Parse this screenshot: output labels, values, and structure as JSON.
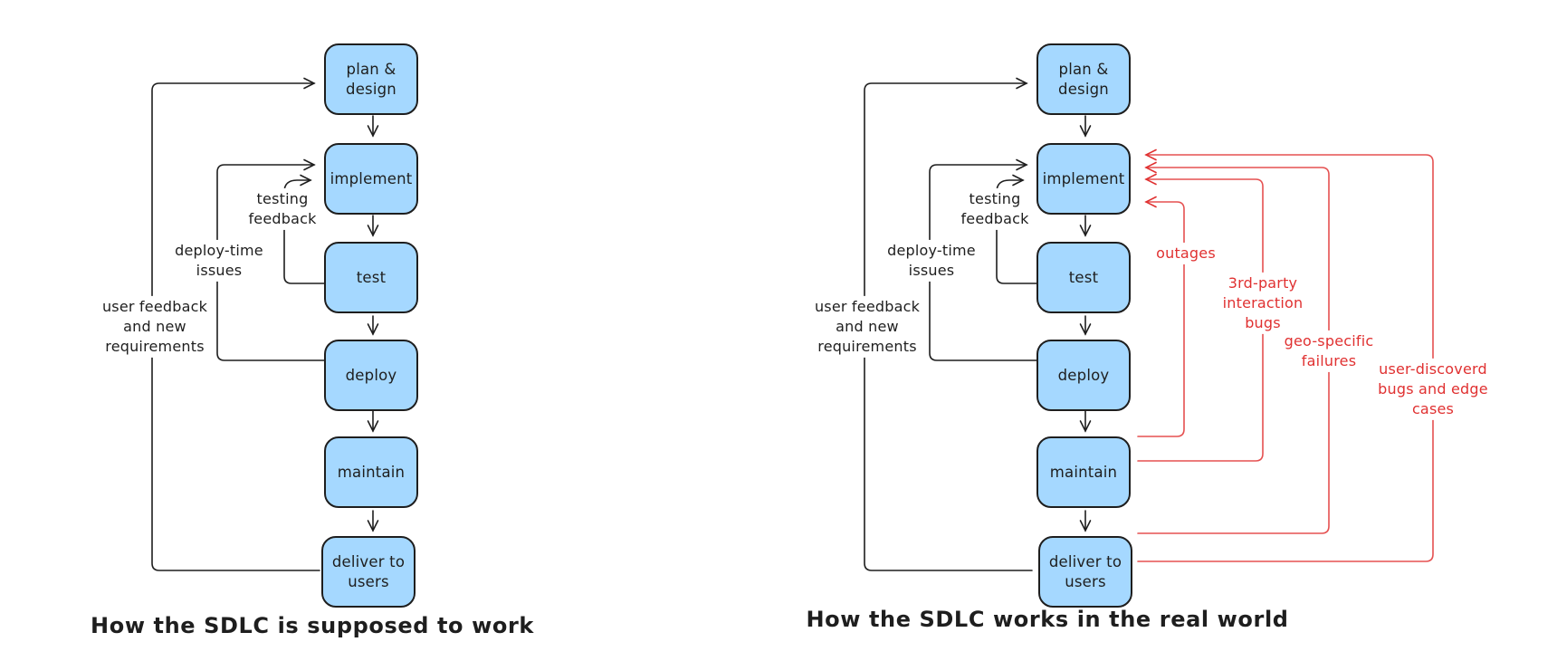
{
  "colors": {
    "background": "#ffffff",
    "node_fill": "#a5d8ff",
    "node_stroke": "#1e1e1e",
    "connector": "#1e1e1e",
    "failure_red": "#e03131"
  },
  "left_diagram": {
    "caption": "How the SDLC is supposed to work",
    "nodes": [
      "plan &\ndesign",
      "implement",
      "test",
      "deploy",
      "maintain",
      "deliver to\nusers"
    ],
    "feedback_labels": {
      "testing": "testing\nfeedback",
      "deploy_time": "deploy-time\nissues",
      "user": "user feedback\nand new\nrequirements"
    }
  },
  "right_diagram": {
    "caption": "How the SDLC works in the real world",
    "nodes": [
      "plan &\ndesign",
      "implement",
      "test",
      "deploy",
      "maintain",
      "deliver to\nusers"
    ],
    "feedback_labels": {
      "testing": "testing\nfeedback",
      "deploy_time": "deploy-time\nissues",
      "user": "user feedback\nand new\nrequirements"
    },
    "failure_labels": {
      "outages": "outages",
      "third_party": "3rd-party\ninteraction\nbugs",
      "geo": "geo-specific\nfailures",
      "user_discovered": "user-discoverd\nbugs and edge cases"
    }
  }
}
